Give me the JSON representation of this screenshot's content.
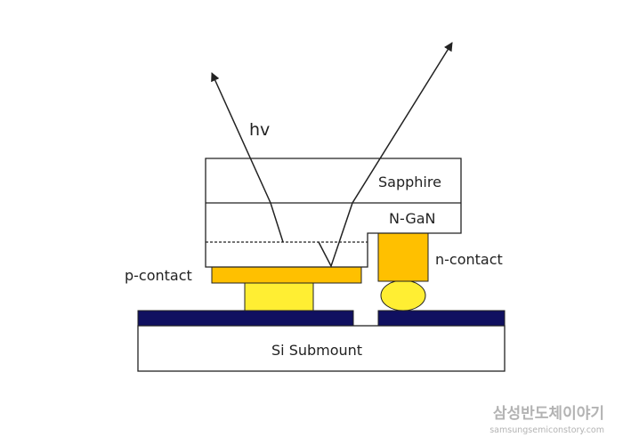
{
  "diagram": {
    "labels": {
      "light": "hv",
      "sapphire": "Sapphire",
      "ngan": "N-GaN",
      "n_contact": "n-contact",
      "p_contact": "p-contact",
      "submount": "Si Submount"
    }
  },
  "watermark": {
    "brand": "삼성반도체이야기",
    "url": "samsungsemiconstory.com"
  },
  "colors": {
    "outline": "#222222",
    "contact_gold": "#ffc000",
    "bump_yellow": "#ffee33",
    "trace_navy": "#101060",
    "watermark_gray": "#b3b3b3"
  }
}
